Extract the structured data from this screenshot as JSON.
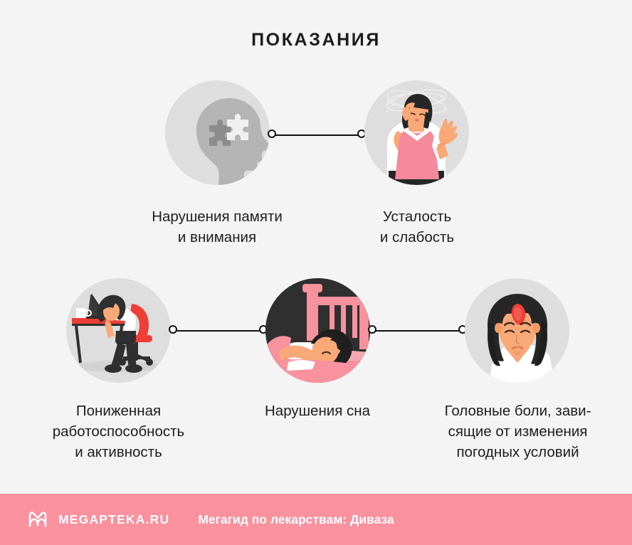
{
  "title": "ПОКАЗАНИЯ",
  "colors": {
    "background": "#f4f4f4",
    "footer_pink": "#f9919e",
    "circle_gray": "#dedede",
    "text": "#1d1d1d",
    "accent_red": "#ef3e36",
    "illustration_pink": "#f7929e",
    "skin": "#f9a877",
    "dark": "#2f2f2f"
  },
  "nodes": [
    {
      "id": "memory",
      "icon": "head-puzzle-icon",
      "caption": "Нарушения памяти\nи внимания"
    },
    {
      "id": "fatigue",
      "icon": "dizzy-woman-icon",
      "caption": "Усталость\nи слабость"
    },
    {
      "id": "performance",
      "icon": "tired-at-desk-icon",
      "caption": "Пониженная\nработоспособность\nи активность"
    },
    {
      "id": "sleep",
      "icon": "insomnia-in-bed-icon",
      "caption": "Нарушения сна"
    },
    {
      "id": "headache",
      "icon": "headache-woman-icon",
      "caption": "Головные боли, зави-\nсящие от изменения\nпогодных условий"
    }
  ],
  "footer": {
    "logo": "megapteka-m-logo",
    "brand": "MEGAPTEKA.RU",
    "tagline": "Мегагид по лекарствам: Диваза"
  }
}
